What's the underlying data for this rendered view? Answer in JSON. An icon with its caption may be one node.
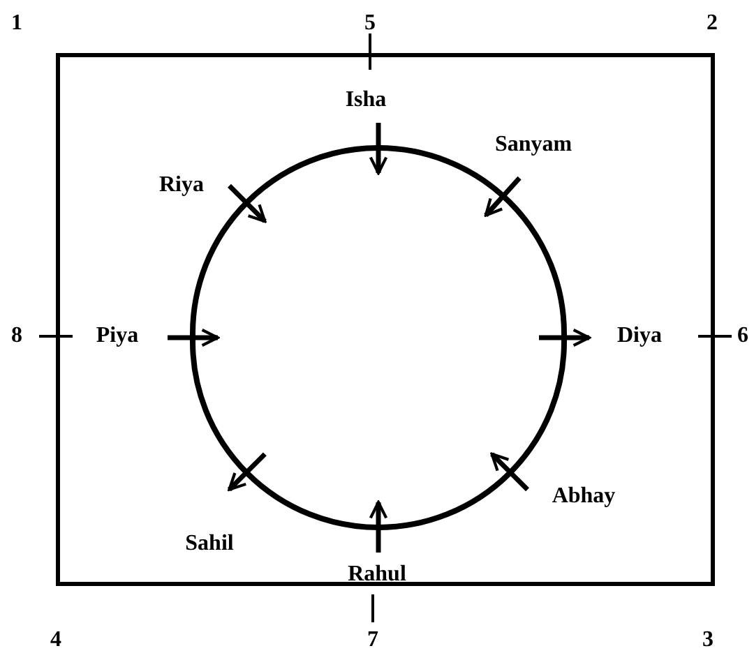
{
  "diagram": {
    "nodes": [
      {
        "text": [],
        "shape": "box"
      },
      {
        "text": [],
        "shape": "circle",
        "in": 0
      },
      {
        "text": [
          "Isha"
        ],
        "in": 0
      },
      {
        "text": [
          "Sanyam"
        ],
        "in": 0
      },
      {
        "text": [
          "Riya"
        ],
        "in": 0
      },
      {
        "text": [
          "Piya"
        ],
        "in": 0
      },
      {
        "text": [
          "Diya"
        ],
        "in": 0
      },
      {
        "text": [
          "Abhay"
        ],
        "in": 0
      },
      {
        "text": [
          "Sahil"
        ],
        "in": 0
      },
      {
        "text": [
          "Rahul"
        ],
        "in": 0
      }
    ],
    "edges": [
      {
        "from": 2,
        "to": 1,
        "arrow": "to"
      },
      {
        "from": 3,
        "to": 1,
        "arrow": "to"
      },
      {
        "from": 4,
        "to": 1,
        "arrow": "to"
      },
      {
        "from": 5,
        "to": 1,
        "arrow": "to"
      },
      {
        "from": 1,
        "to": 6,
        "arrow": "to"
      },
      {
        "from": 7,
        "to": 1,
        "arrow": "to"
      },
      {
        "from": 1,
        "to": 8,
        "arrow": "to"
      },
      {
        "from": 9,
        "to": 1,
        "arrow": "to"
      }
    ],
    "labels": [
      "1",
      "5",
      "2",
      "8",
      "6",
      "4",
      "7",
      "3"
    ]
  }
}
